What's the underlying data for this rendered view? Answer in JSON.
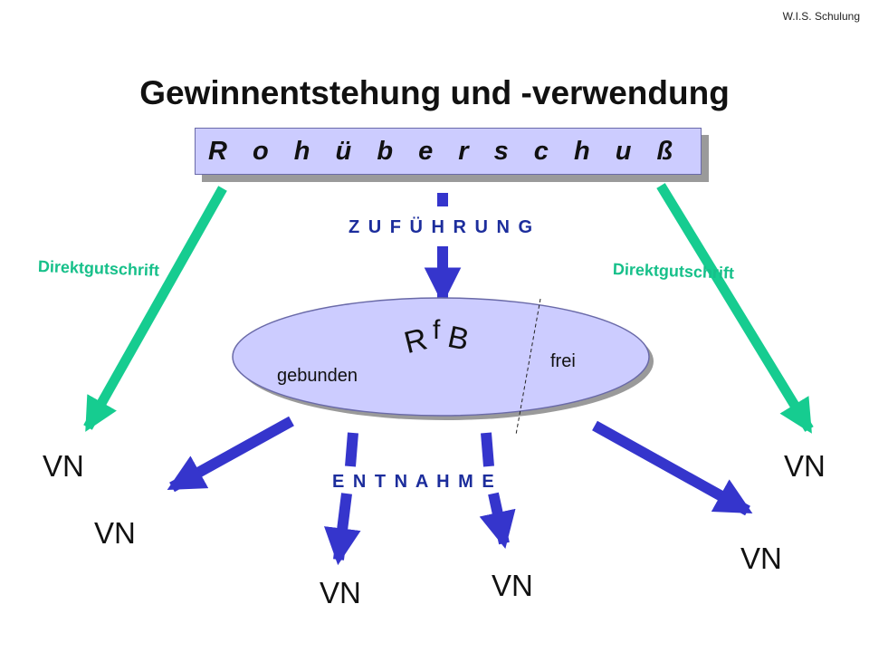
{
  "header": {
    "brand": "W.I.S. Schulung"
  },
  "diagram": {
    "title": "Gewinnentstehung und -verwendung",
    "source_box": {
      "label": "R o h ü b e r s c h u ß"
    },
    "inflow_label": "Z U F Ü H R U N G",
    "direct_credit_left": "Direktgutschrift",
    "direct_credit_right": "Direktgutschrift",
    "reserve": {
      "letters": [
        "R",
        "f",
        "B"
      ],
      "segment_bound": "gebunden",
      "segment_free": "frei"
    },
    "outflow_label": "E N T N A H M E",
    "recipients": [
      "VN",
      "VN",
      "VN",
      "VN",
      "VN",
      "VN"
    ]
  },
  "colors": {
    "blue_arrow": "#3535cc",
    "green_arrow": "#16cc90",
    "box_fill": "#ccccff",
    "label_blue": "#1c2d9c",
    "label_green": "#17c08a"
  }
}
